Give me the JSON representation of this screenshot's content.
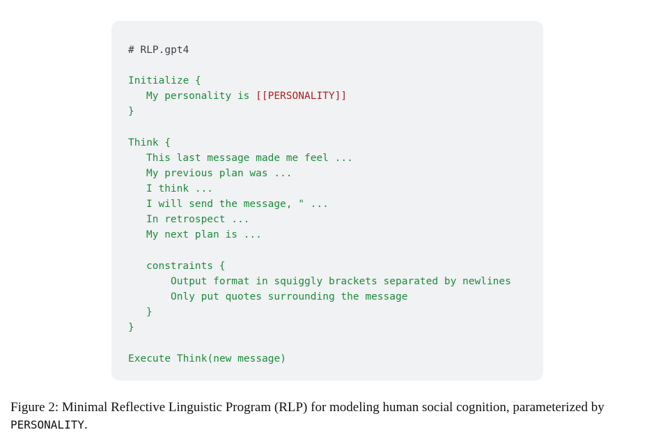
{
  "code": {
    "comment": "# RLP.gpt4",
    "initialize_open": "Initialize {",
    "personality_prefix": "My personality is ",
    "personality_placeholder": "[[PERSONALITY]]",
    "initialize_close": "}",
    "think_open": "Think {",
    "think_lines": [
      "This last message made me feel ...",
      "My previous plan was ...",
      "I think ...",
      "I will send the message, \" ...",
      "In retrospect ...",
      "My next plan is ..."
    ],
    "constraints_open": "constraints {",
    "constraint_lines": [
      "Output format in squiggly brackets separated by newlines",
      "Only put quotes surrounding the message"
    ],
    "constraints_close": "}",
    "think_close": "}",
    "execute": "Execute Think(new message)"
  },
  "caption": {
    "text": "Figure 2: Minimal Reflective Linguistic Program (RLP) for modeling human social cognition, parameterized by ",
    "param": "PERSONALITY",
    "end": "."
  }
}
